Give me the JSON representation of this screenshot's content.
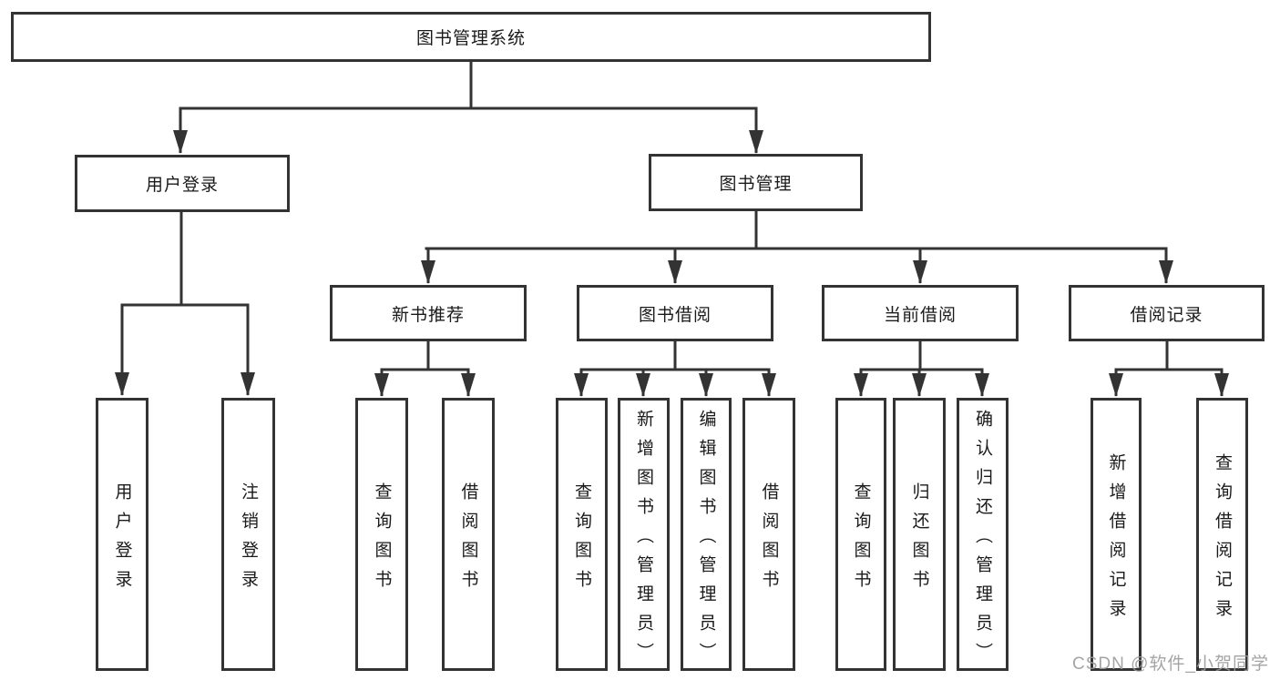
{
  "page": {
    "watermark": "CSDN @软件_小贺同学"
  },
  "colors": {
    "background": "#ffffff",
    "line": "#333333",
    "box_border": "#333333",
    "text": "#1a1a1a",
    "watermark": "#9b9b9b"
  },
  "nodes": {
    "root": {
      "label": "图书管理系统"
    },
    "level2": {
      "user_login": {
        "label": "用户登录"
      },
      "book_mgmt": {
        "label": "图书管理"
      }
    },
    "level3": {
      "new_books": {
        "label": "新书推荐"
      },
      "book_borrow": {
        "label": "图书借阅"
      },
      "current_borrow": {
        "label": "当前借阅"
      },
      "borrow_records": {
        "label": "借阅记录"
      }
    },
    "leaves": {
      "user_login": {
        "label": "用户登录"
      },
      "logout": {
        "label": "注销登录"
      },
      "nb_query_books": {
        "label": "查询图书"
      },
      "nb_borrow_books": {
        "label": "借阅图书"
      },
      "bb_query_books": {
        "label": "查询图书"
      },
      "bb_add_books": {
        "label": "新增图书（管理员）"
      },
      "bb_edit_books": {
        "label": "编辑图书（管理员）"
      },
      "bb_borrow_books": {
        "label": "借阅图书"
      },
      "cb_query_books": {
        "label": "查询图书"
      },
      "cb_return_books": {
        "label": "归还图书"
      },
      "cb_confirm_return": {
        "label": "确认归还（管理员）"
      },
      "br_add_record": {
        "label": "新增借阅记录"
      },
      "br_query_record": {
        "label": "查询借阅记录"
      }
    }
  }
}
